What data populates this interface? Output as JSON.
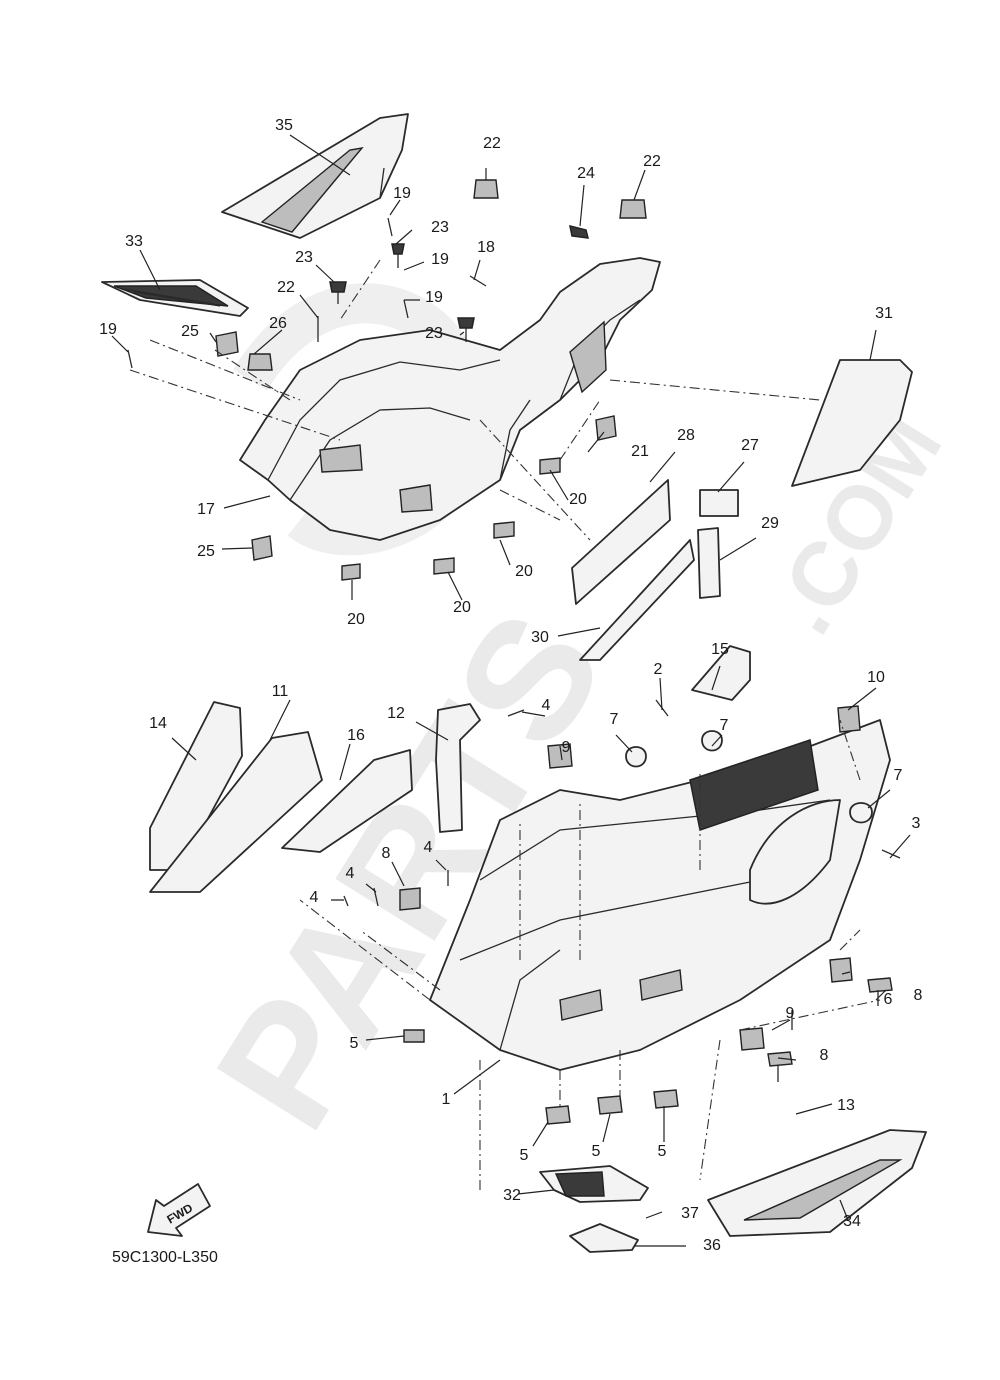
{
  "diagram_code": "59C1300-L350",
  "fwd_label": "FWD",
  "watermark": {
    "main": "PARTS",
    "suffix": ".COM"
  },
  "callouts": [
    {
      "id": "c1",
      "text": "1"
    },
    {
      "id": "c2",
      "text": "2"
    },
    {
      "id": "c3",
      "text": "3"
    },
    {
      "id": "c4a",
      "text": "4"
    },
    {
      "id": "c4b",
      "text": "4"
    },
    {
      "id": "c4c",
      "text": "4"
    },
    {
      "id": "c4d",
      "text": "4"
    },
    {
      "id": "c5a",
      "text": "5"
    },
    {
      "id": "c5b",
      "text": "5"
    },
    {
      "id": "c5c",
      "text": "5"
    },
    {
      "id": "c5d",
      "text": "5"
    },
    {
      "id": "c6",
      "text": "6"
    },
    {
      "id": "c7a",
      "text": "7"
    },
    {
      "id": "c7b",
      "text": "7"
    },
    {
      "id": "c7c",
      "text": "7"
    },
    {
      "id": "c8a",
      "text": "8"
    },
    {
      "id": "c8b",
      "text": "8"
    },
    {
      "id": "c8c",
      "text": "8"
    },
    {
      "id": "c9a",
      "text": "9"
    },
    {
      "id": "c9b",
      "text": "9"
    },
    {
      "id": "c10",
      "text": "10"
    },
    {
      "id": "c11",
      "text": "11"
    },
    {
      "id": "c12",
      "text": "12"
    },
    {
      "id": "c13",
      "text": "13"
    },
    {
      "id": "c14",
      "text": "14"
    },
    {
      "id": "c15",
      "text": "15"
    },
    {
      "id": "c16",
      "text": "16"
    },
    {
      "id": "c17",
      "text": "17"
    },
    {
      "id": "c18",
      "text": "18"
    },
    {
      "id": "c19a",
      "text": "19"
    },
    {
      "id": "c19b",
      "text": "19"
    },
    {
      "id": "c19c",
      "text": "19"
    },
    {
      "id": "c19d",
      "text": "19"
    },
    {
      "id": "c20a",
      "text": "20"
    },
    {
      "id": "c20b",
      "text": "20"
    },
    {
      "id": "c20c",
      "text": "20"
    },
    {
      "id": "c20d",
      "text": "20"
    },
    {
      "id": "c21",
      "text": "21"
    },
    {
      "id": "c22a",
      "text": "22"
    },
    {
      "id": "c22b",
      "text": "22"
    },
    {
      "id": "c22c",
      "text": "22"
    },
    {
      "id": "c23a",
      "text": "23"
    },
    {
      "id": "c23b",
      "text": "23"
    },
    {
      "id": "c23c",
      "text": "23"
    },
    {
      "id": "c24",
      "text": "24"
    },
    {
      "id": "c25a",
      "text": "25"
    },
    {
      "id": "c25b",
      "text": "25"
    },
    {
      "id": "c26",
      "text": "26"
    },
    {
      "id": "c27",
      "text": "27"
    },
    {
      "id": "c28",
      "text": "28"
    },
    {
      "id": "c29",
      "text": "29"
    },
    {
      "id": "c30",
      "text": "30"
    },
    {
      "id": "c31",
      "text": "31"
    },
    {
      "id": "c32",
      "text": "32"
    },
    {
      "id": "c33",
      "text": "33"
    },
    {
      "id": "c34",
      "text": "34"
    },
    {
      "id": "c35",
      "text": "35"
    },
    {
      "id": "c36",
      "text": "36"
    },
    {
      "id": "c37",
      "text": "37"
    }
  ]
}
